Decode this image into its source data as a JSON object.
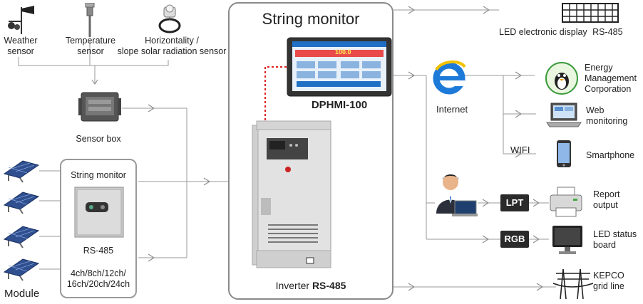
{
  "title": "String monitor",
  "sensors": {
    "weather": "Weather\nsensor",
    "temperature": "Temperature\nsensor",
    "horizontality": "Horizontality /\nslope solar radiation  sensor",
    "sensor_box": "Sensor box"
  },
  "module_label": "Module",
  "string_monitor_box": {
    "title": "String monitor",
    "protocol": "RS-485",
    "channels": "4ch/8ch/12ch/\n16ch/20ch/24ch"
  },
  "hmi": {
    "name": "DPHMI-100",
    "screen_value": "100.0"
  },
  "inverter": {
    "label": "Inverter ",
    "protocol": "RS-485"
  },
  "right": {
    "led_display": "LED electronic display",
    "led_display_protocol": "RS-485",
    "internet": "Internet",
    "energy_corp": "Energy\nManagement\nCorporation",
    "web_monitoring": "Web\nmonitoring",
    "wifi": "WIFI",
    "smartphone": "Smartphone",
    "lpt": "LPT",
    "report_output": "Report\noutput",
    "rgb": "RGB",
    "led_status": "LED status\nboard",
    "kepco": "KEPCO\ngrid line"
  },
  "colors": {
    "line": "#9a9a9a",
    "dash": "#e02020",
    "hmi_blue": "#1f6fc4",
    "tag_bg": "#2a2a2a"
  }
}
